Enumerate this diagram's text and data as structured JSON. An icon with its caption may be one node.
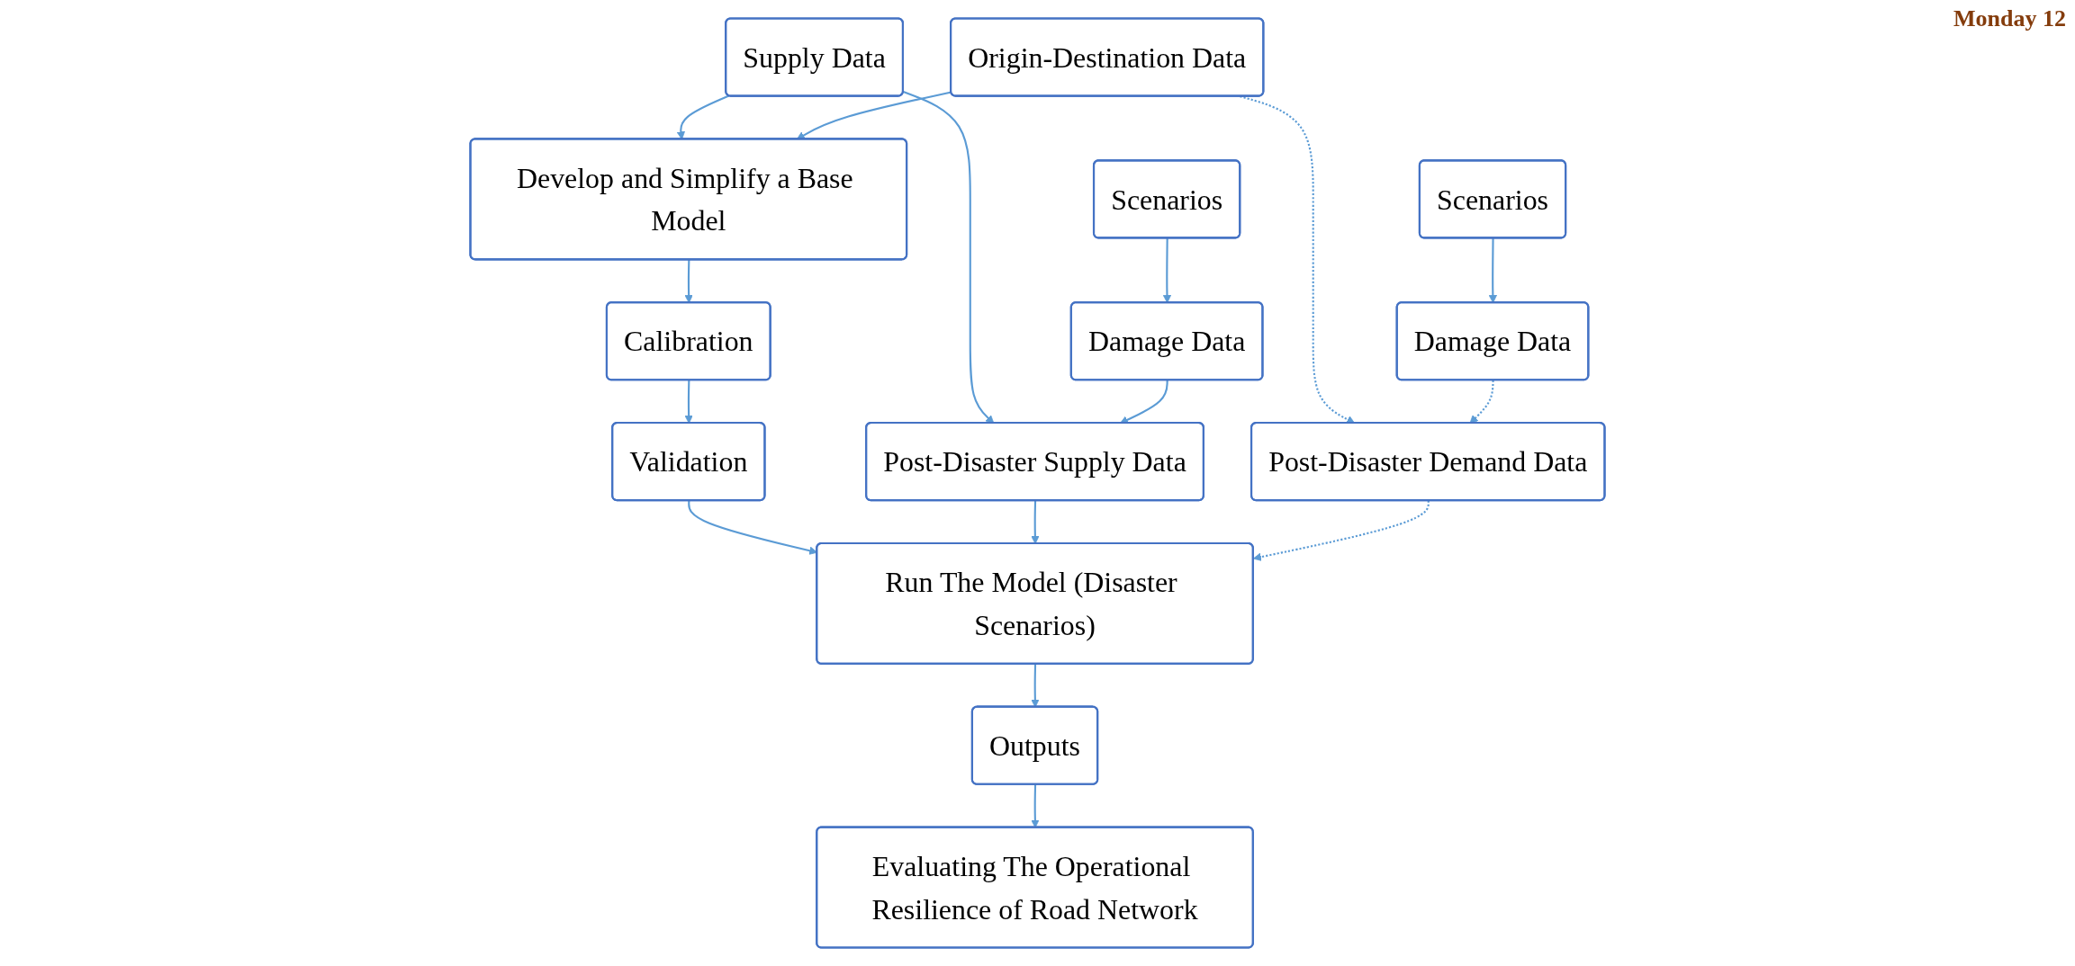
{
  "diagram": {
    "nodes": [
      {
        "text": [
          "Supply Data"
        ]
      },
      {
        "text": [
          "Origin-Destination Data"
        ]
      },
      {
        "text": [
          "Develop and Simplify a Base Model"
        ]
      },
      {
        "text": [
          "Scenarios"
        ]
      },
      {
        "text": [
          "Calibration"
        ]
      },
      {
        "text": [
          "Scenarios"
        ]
      },
      {
        "text": [
          "Damage Data"
        ]
      },
      {
        "text": [
          "Validation"
        ]
      },
      {
        "text": [
          "Damage Data"
        ]
      },
      {
        "text": [
          "Post-Disaster Supply Data"
        ]
      },
      {
        "text": [
          "Run The Model (Disaster Scenarios)"
        ]
      },
      {
        "text": [
          "Post-Disaster Demand Data"
        ]
      },
      {
        "text": [
          "Outputs"
        ]
      },
      {
        "text": [
          "Evaluating The Operational Resilience of Road Network"
        ]
      }
    ],
    "edges": [
      {
        "from": 0,
        "to": 2,
        "arrow": "to"
      },
      {
        "from": 1,
        "to": 2,
        "arrow": "to"
      },
      {
        "from": 0,
        "to": 9,
        "arrow": "to"
      },
      {
        "from": 1,
        "to": 11,
        "arrow": "to",
        "style": "dashed"
      },
      {
        "from": 2,
        "to": 4,
        "arrow": "to"
      },
      {
        "from": 3,
        "to": 6,
        "arrow": "to"
      },
      {
        "from": 5,
        "to": 8,
        "arrow": "to"
      },
      {
        "from": 4,
        "to": 7,
        "arrow": "to"
      },
      {
        "from": 6,
        "to": 9,
        "arrow": "to"
      },
      {
        "from": 8,
        "to": 11,
        "arrow": "to",
        "style": "dashed"
      },
      {
        "from": 7,
        "to": 10,
        "arrow": "to"
      },
      {
        "from": 9,
        "to": 10,
        "arrow": "to"
      },
      {
        "from": 11,
        "to": 10,
        "arrow": "to",
        "style": "dashed"
      },
      {
        "from": 10,
        "to": 12,
        "arrow": "to"
      },
      {
        "from": 12,
        "to": 13,
        "arrow": "to"
      }
    ],
    "labels": [
      "Monday 12"
    ]
  }
}
